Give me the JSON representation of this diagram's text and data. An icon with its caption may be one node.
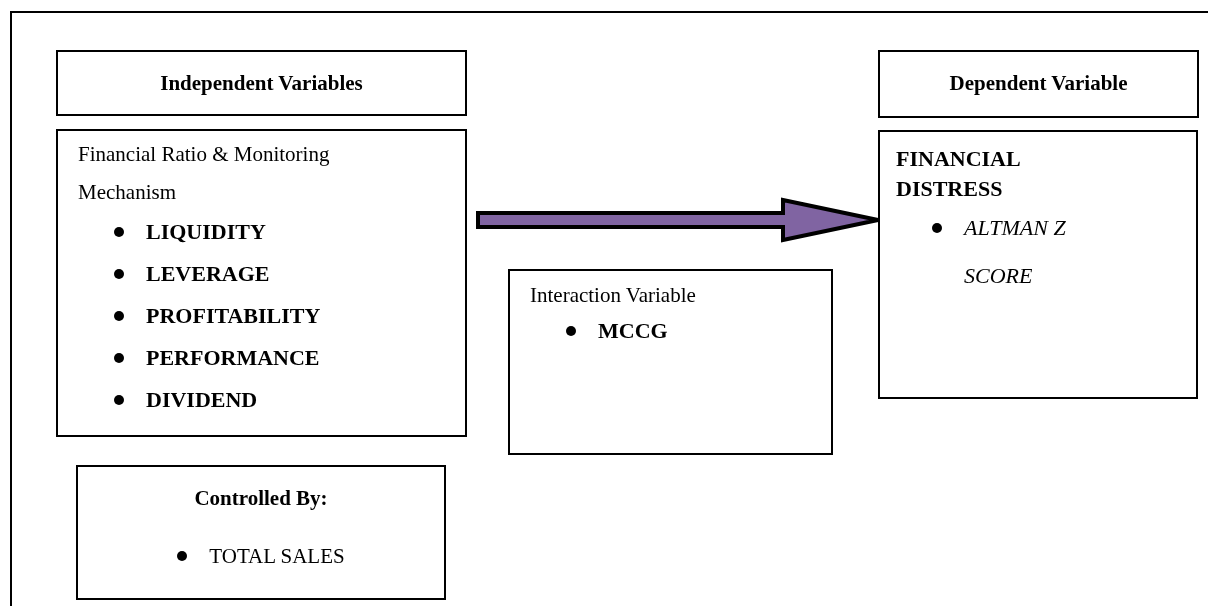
{
  "diagram": {
    "nodes": [
      {
        "text": [
          "Independent Variables"
        ]
      },
      {
        "text": [
          "Financial Ratio & Monitoring Mechanism",
          "LIQUIDITY",
          "LEVERAGE",
          "PROFITABILITY",
          "PERFORMANCE",
          "DIVIDEND"
        ]
      },
      {
        "text": [
          "Dependent Variable"
        ]
      },
      {
        "text": [
          "FINANCIAL DISTRESS",
          "ALTMAN Z SCORE"
        ]
      },
      {
        "text": [
          "Interaction Variable",
          "MCCG"
        ]
      },
      {
        "text": [
          "Controlled By:",
          "TOTAL SALES"
        ]
      }
    ],
    "edges": [
      {
        "from": 1,
        "to": 3,
        "arrow": "to",
        "style": "thick",
        "color": "#8064a2"
      }
    ]
  }
}
